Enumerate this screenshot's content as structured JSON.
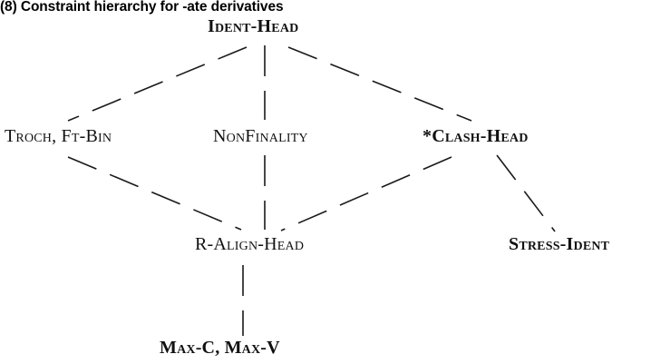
{
  "title": "(8) Constraint hierarchy for -ate derivatives",
  "nodes": {
    "ident_head": "Ident-Head",
    "troch_ftbin": "Troch, Ft-Bin",
    "nonfinality": "NonFinality",
    "clash_head": "*Clash-Head",
    "r_align_head": "R-Align-Head",
    "stress_ident": "Stress-Ident",
    "max_c_max_v": "Max-C, Max-V"
  },
  "edges": [
    {
      "from": "ident_head",
      "to": "troch_ftbin"
    },
    {
      "from": "ident_head",
      "to": "nonfinality"
    },
    {
      "from": "ident_head",
      "to": "clash_head"
    },
    {
      "from": "troch_ftbin",
      "to": "r_align_head"
    },
    {
      "from": "nonfinality",
      "to": "r_align_head"
    },
    {
      "from": "clash_head",
      "to": "r_align_head"
    },
    {
      "from": "clash_head",
      "to": "stress_ident"
    },
    {
      "from": "r_align_head",
      "to": "max_c_max_v"
    }
  ]
}
